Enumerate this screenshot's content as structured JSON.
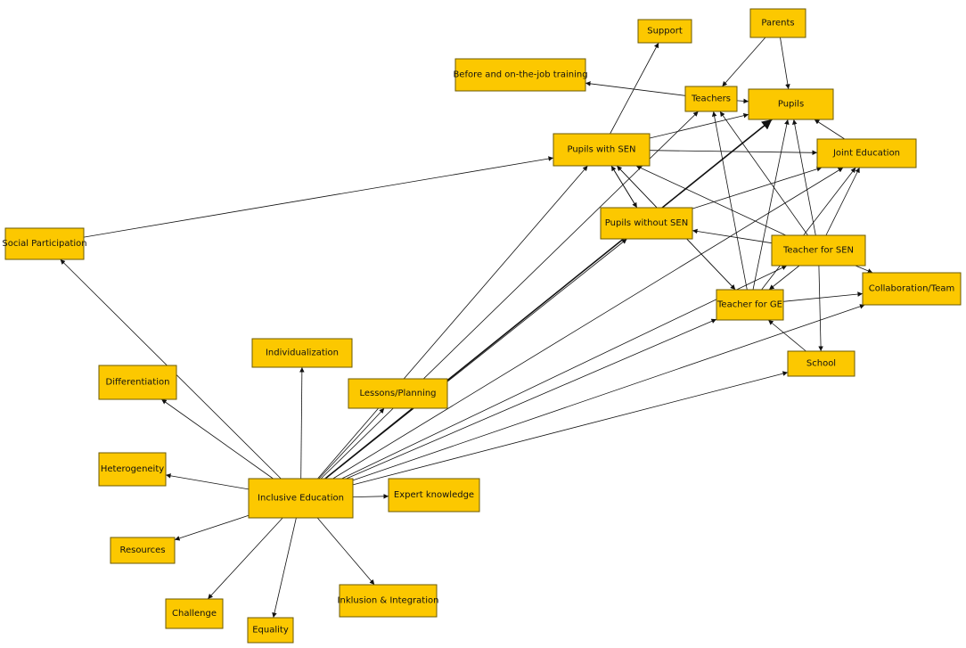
{
  "colors": {
    "node_fill": "#fcc800",
    "node_border": "#6b5a00",
    "edge": "#111111",
    "background": "#ffffff"
  },
  "nodes": [
    {
      "id": "parents",
      "label": "Parents"
    },
    {
      "id": "support",
      "label": "Support"
    },
    {
      "id": "training",
      "label": "Before and on-the-job training"
    },
    {
      "id": "teachers",
      "label": "Teachers"
    },
    {
      "id": "pupils",
      "label": "Pupils"
    },
    {
      "id": "pupils_sen",
      "label": "Pupils with SEN"
    },
    {
      "id": "joint",
      "label": "Joint Education"
    },
    {
      "id": "social",
      "label": "Social Participation"
    },
    {
      "id": "pupils_nosen",
      "label": "Pupils without SEN"
    },
    {
      "id": "teacher_sen",
      "label": "Teacher for SEN"
    },
    {
      "id": "collab",
      "label": "Collaboration/Team"
    },
    {
      "id": "teacher_ge",
      "label": "Teacher for GE"
    },
    {
      "id": "individual",
      "label": "Individualization"
    },
    {
      "id": "school",
      "label": "School"
    },
    {
      "id": "differentiation",
      "label": "Differentiation"
    },
    {
      "id": "lessons",
      "label": "Lessons/Planning"
    },
    {
      "id": "heterogeneity",
      "label": "Heterogeneity"
    },
    {
      "id": "inclusive",
      "label": "Inclusive Education"
    },
    {
      "id": "expert",
      "label": "Expert knowledge"
    },
    {
      "id": "resources",
      "label": "Resources"
    },
    {
      "id": "inklusion",
      "label": "Inklusion & Integration"
    },
    {
      "id": "challenge",
      "label": "Challenge"
    },
    {
      "id": "equality",
      "label": "Equality"
    }
  ],
  "edges": [
    [
      "parents",
      "teachers"
    ],
    [
      "parents",
      "pupils"
    ],
    [
      "teachers",
      "training"
    ],
    [
      "teachers",
      "pupils"
    ],
    [
      "pupils_sen",
      "support"
    ],
    [
      "pupils_sen",
      "pupils"
    ],
    [
      "pupils_sen",
      "joint"
    ],
    [
      "pupils_sen",
      "pupils_nosen"
    ],
    [
      "pupils_sen",
      "teacher_ge"
    ],
    [
      "social",
      "pupils_sen"
    ],
    [
      "joint",
      "pupils"
    ],
    [
      "pupils_nosen",
      "joint"
    ],
    [
      "pupils_nosen",
      "pupils_sen"
    ],
    [
      "teacher_sen",
      "teachers"
    ],
    [
      "teacher_sen",
      "pupils"
    ],
    [
      "teacher_sen",
      "joint"
    ],
    [
      "teacher_sen",
      "pupils_sen"
    ],
    [
      "teacher_sen",
      "pupils_nosen"
    ],
    [
      "teacher_sen",
      "collab"
    ],
    [
      "teacher_sen",
      "teacher_ge"
    ],
    [
      "teacher_sen",
      "school"
    ],
    [
      "teacher_ge",
      "teachers"
    ],
    [
      "teacher_ge",
      "pupils_sen"
    ],
    [
      "teacher_ge",
      "joint"
    ],
    [
      "teacher_ge",
      "collab"
    ],
    [
      "teacher_ge",
      "pupils"
    ],
    [
      "school",
      "teacher_ge"
    ],
    [
      "inclusive",
      "social"
    ],
    [
      "inclusive",
      "individual"
    ],
    [
      "inclusive",
      "differentiation"
    ],
    [
      "inclusive",
      "heterogeneity"
    ],
    [
      "inclusive",
      "expert"
    ],
    [
      "inclusive",
      "resources"
    ],
    [
      "inclusive",
      "inklusion"
    ],
    [
      "inclusive",
      "challenge"
    ],
    [
      "inclusive",
      "equality"
    ],
    [
      "inclusive",
      "lessons"
    ],
    [
      "inclusive",
      "pupils_sen"
    ],
    [
      "inclusive",
      "teachers"
    ],
    [
      "inclusive",
      "pupils_nosen"
    ],
    [
      "inclusive",
      "joint"
    ],
    [
      "inclusive",
      "teacher_sen"
    ],
    [
      "inclusive",
      "teacher_ge"
    ],
    [
      "inclusive",
      "collab"
    ],
    [
      "inclusive",
      "school"
    ],
    [
      "inclusive",
      "pupils",
      "bold"
    ]
  ]
}
